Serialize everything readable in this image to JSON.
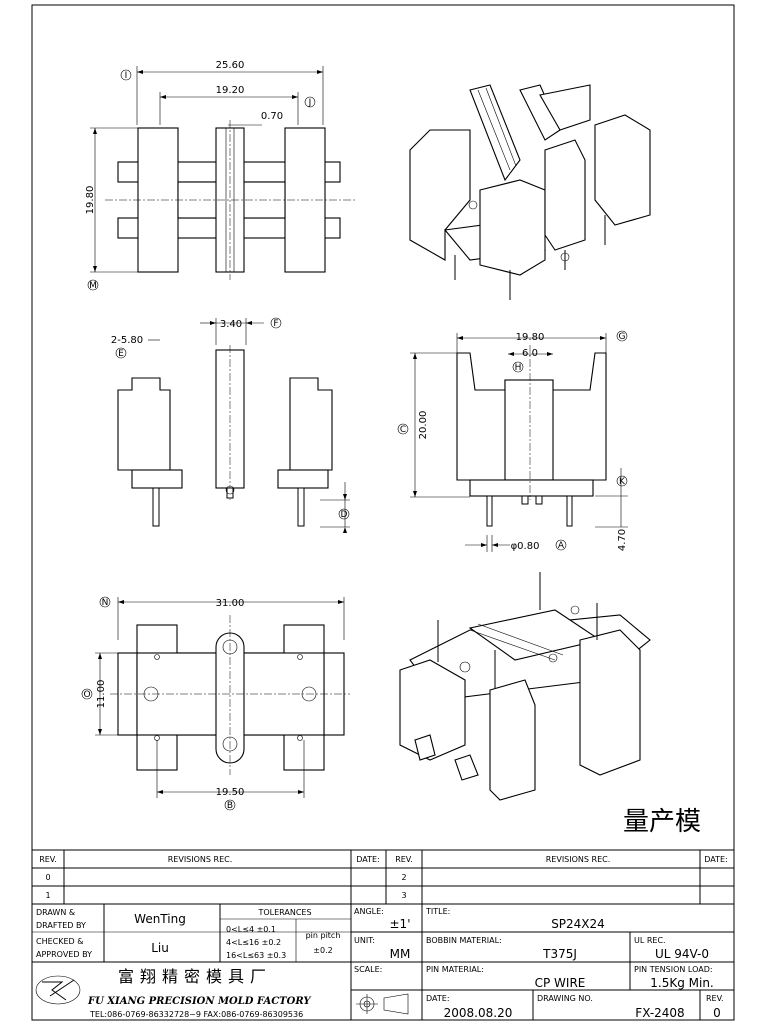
{
  "dimensions": {
    "top_width": "25.60",
    "top_inner": "19.20",
    "top_slot": "0.70",
    "top_height": "19.80",
    "front_pitch": "3.40",
    "front_hole": "2-5.80",
    "side_width": "19.80",
    "side_slot": "6.0",
    "side_height": "20.00",
    "side_pin_len": "4.70",
    "pin_dia": "φ0.80",
    "bottom_width": "31.00",
    "bottom_height": "11.00",
    "bottom_pitch": "19.50"
  },
  "balloons": {
    "I": "I",
    "J": "J",
    "M": "M",
    "F": "F",
    "E": "E",
    "G": "G",
    "H": "H",
    "C": "C",
    "K": "K",
    "D": "D",
    "A": "A",
    "N": "N",
    "O": "O",
    "B": "B"
  },
  "stamp": "量产模",
  "revisions": {
    "rev_header": "REV.",
    "rec_header": "REVISIONS    REC.",
    "date_header": "DATE:",
    "left_rows": [
      "0",
      "1"
    ],
    "right_rows": [
      "2",
      "3"
    ]
  },
  "title_block": {
    "drawn_label_1": "DRAWN &",
    "drawn_label_2": "DRAFTED BY",
    "drawn_by": "WenTing",
    "checked_label_1": "CHECKED &",
    "checked_label_2": "APPROVED BY",
    "checked_by": "Liu",
    "tolerances_label": "TOLERANCES",
    "tol_1": "0<L≤4   ±0.1",
    "tol_2": "4<L≤16  ±0.2",
    "tol_3": "16<L≤63 ±0.3",
    "pin_pitch_label": "pin pitch",
    "pin_pitch_tol": "±0.2",
    "angle_label": "ANGLE:",
    "angle_value": "±1'",
    "unit_label": "UNIT:",
    "unit_value": "MM",
    "scale_label": "SCALE:",
    "title_label": "TITLE:",
    "title_value": "SP24X24",
    "bobbin_label": "BOBBIN MATERIAL:",
    "bobbin_value": "T375J",
    "ul_label": "UL REC.",
    "ul_value": "UL 94V-0",
    "pin_material_label": "PIN MATERIAL:",
    "pin_material_value": "CP WIRE",
    "pin_tension_label": "PIN TENSION LOAD:",
    "pin_tension_value": "1.5Kg Min.",
    "date_label": "DATE:",
    "date_value": "2008.08.20",
    "drawing_label": "DRAWING NO.",
    "drawing_value": "FX-2408",
    "rev_label": "REV.",
    "rev_value": "0"
  },
  "factory": {
    "name_cn": "富翔精密模具厂",
    "name_en": "FU XIANG PRECISION MOLD FACTORY",
    "contact": "TEL:086-0769-86332728~9  FAX:086-0769-86309536"
  }
}
